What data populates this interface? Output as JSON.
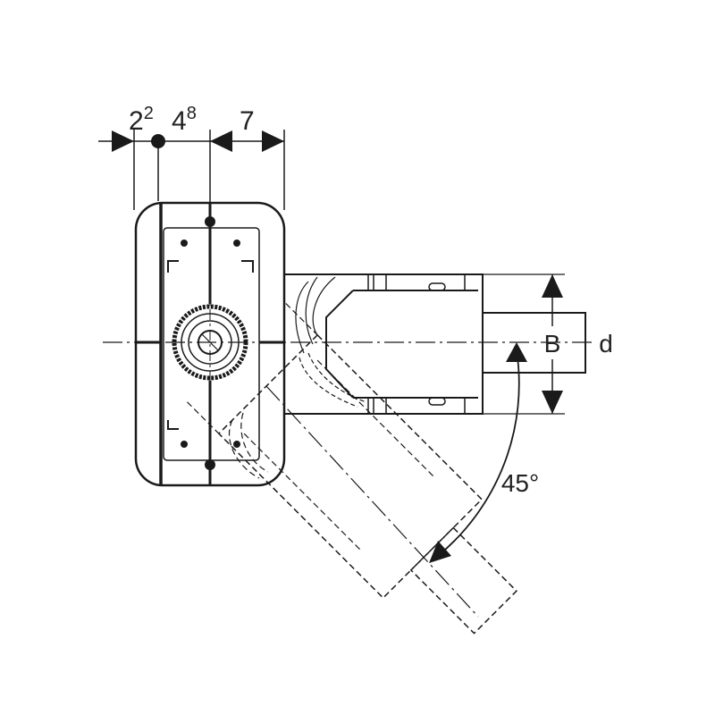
{
  "drawing": {
    "dimensions": {
      "dim_1": {
        "main": "2",
        "sup": "2"
      },
      "dim_2": {
        "main": "4",
        "sup": "8"
      },
      "dim_3": "7",
      "height_label": "B",
      "diameter_label": "d",
      "angle_label": "45°"
    },
    "line_color": "#1a1a1a"
  }
}
